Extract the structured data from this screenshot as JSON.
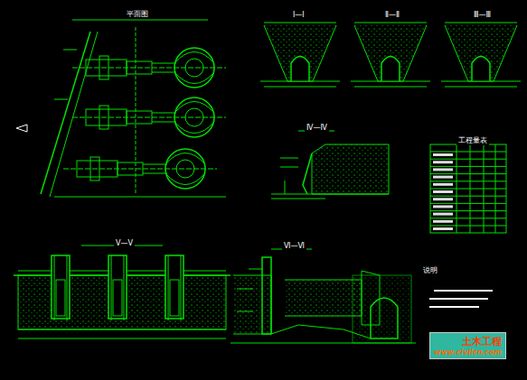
{
  "diagram": {
    "nodes": [
      {
        "text": [
          "土木工程",
          "www.civilcn.com"
        ]
      }
    ],
    "labels": [
      "平面图",
      "Ⅰ—Ⅰ",
      "Ⅱ—Ⅱ",
      "Ⅲ—Ⅲ",
      "Ⅳ—Ⅳ",
      "工程量表",
      "Ⅴ—Ⅴ",
      "Ⅵ—Ⅵ",
      "说明"
    ]
  }
}
